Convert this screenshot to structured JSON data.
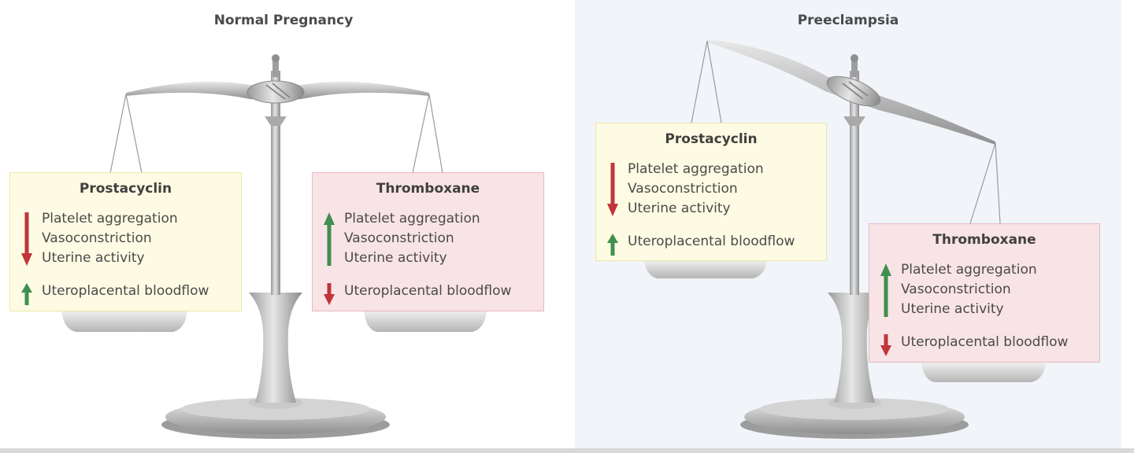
{
  "colors": {
    "up_arrow": "#3f8f4e",
    "down_arrow": "#c0353a",
    "prostacyclin_card": "#fdfbe3",
    "thromboxane_card": "#f8e3e6",
    "right_panel_bg": "#f1f5fa"
  },
  "panels": {
    "normal": {
      "title": "Normal Pregnancy",
      "prostacyclin": {
        "title": "Prostacyclin",
        "effects": [
          "Platelet aggregation",
          "Vasoconstriction",
          "Uterine activity"
        ],
        "effects_direction": "down",
        "bloodflow": "Uteroplacental bloodflow",
        "bloodflow_direction": "up"
      },
      "thromboxane": {
        "title": "Thromboxane",
        "effects": [
          "Platelet aggregation",
          "Vasoconstriction",
          "Uterine activity"
        ],
        "effects_direction": "up",
        "bloodflow": "Uteroplacental bloodflow",
        "bloodflow_direction": "down"
      }
    },
    "preeclampsia": {
      "title": "Preeclampsia",
      "prostacyclin": {
        "title": "Prostacyclin",
        "effects": [
          "Platelet aggregation",
          "Vasoconstriction",
          "Uterine activity"
        ],
        "effects_direction": "down",
        "bloodflow": "Uteroplacental bloodflow",
        "bloodflow_direction": "up"
      },
      "thromboxane": {
        "title": "Thromboxane",
        "effects": [
          "Platelet aggregation",
          "Vasoconstriction",
          "Uterine activity"
        ],
        "effects_direction": "up",
        "bloodflow": "Uteroplacental bloodflow",
        "bloodflow_direction": "down"
      }
    }
  }
}
